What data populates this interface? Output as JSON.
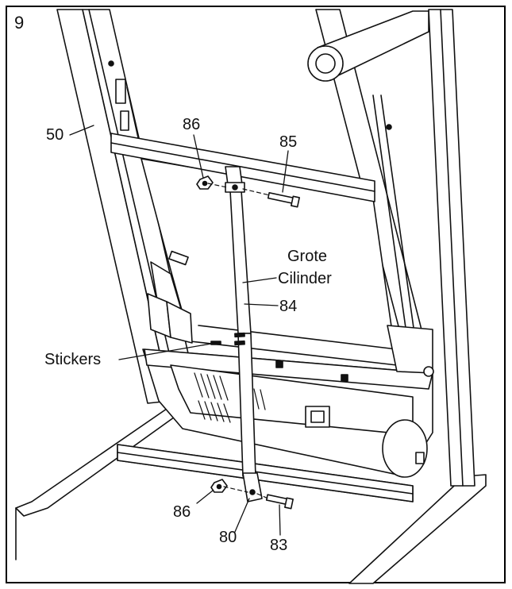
{
  "step_number": "9",
  "labels": {
    "part_50": "50",
    "part_86_top": "86",
    "part_85": "85",
    "grote_line1": "Grote",
    "grote_line2": "Cilinder",
    "part_84": "84",
    "stickers": "Stickers",
    "part_86_bottom": "86",
    "part_80": "80",
    "part_83": "83"
  },
  "colors": {
    "line": "#111111",
    "fill": "#ffffff",
    "shade": "#e9e9e9",
    "dark": "#222222"
  }
}
